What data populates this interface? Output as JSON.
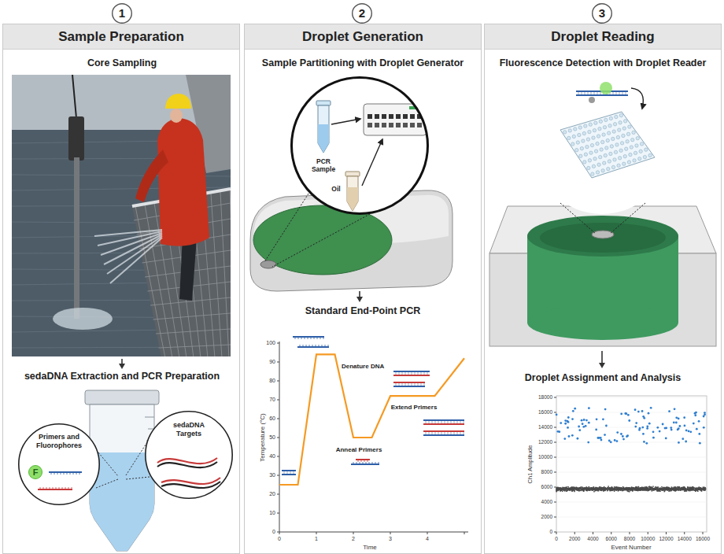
{
  "diagram": {
    "nodes": [
      {
        "text": [
          "1"
        ]
      },
      {
        "text": [
          "Sample Preparation"
        ]
      },
      {
        "text": [
          "Primers and Fluorophores"
        ],
        "in": 1
      },
      {
        "text": [
          "F"
        ],
        "in": 2
      },
      {
        "text": [
          "sedaDNA Targets"
        ],
        "in": 1
      },
      {
        "text": [
          "2"
        ]
      },
      {
        "text": [
          "Droplet Generation"
        ]
      },
      {
        "text": [
          "PCR Sample",
          "Oil"
        ],
        "in": 6
      },
      {
        "text": [
          "3"
        ]
      },
      {
        "text": [
          "Droplet Reading"
        ]
      }
    ],
    "labels": [
      "Core Sampling",
      "sedaDNA Extraction and PCR Preparation",
      "Sample Partitioning with Droplet Generator",
      "Standard End-Point PCR",
      "Denature DNA",
      "Anneal Primers",
      "Extend Primers",
      "Temperature (°C)",
      "0",
      "10",
      "20",
      "30",
      "40",
      "50",
      "60",
      "70",
      "80",
      "90",
      "100",
      "0",
      "1",
      "2",
      "3",
      "4",
      "Time",
      "Fluorescence Detection with Droplet Reader",
      "Droplet Assignment and Analysis",
      "Ch1 Amplitude",
      "0",
      "2000",
      "4000",
      "6000",
      "8000",
      "10000",
      "12000",
      "14000",
      "16000",
      "18000",
      "0",
      "2000",
      "4000",
      "6000",
      "8000",
      "10000",
      "12000",
      "14000",
      "16000",
      "Event Number"
    ]
  }
}
